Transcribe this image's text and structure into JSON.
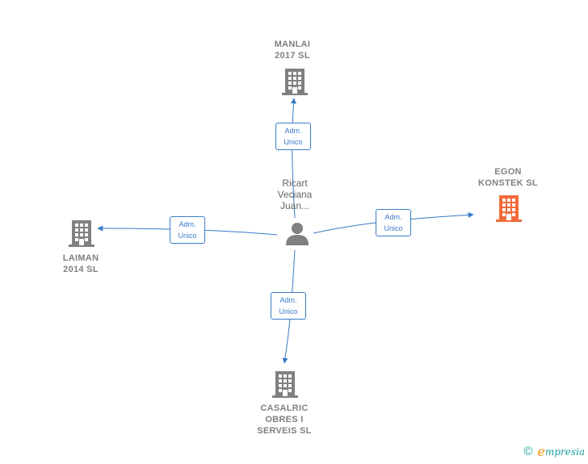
{
  "diagram": {
    "center": {
      "label": "Ricart\nVeciana\nJuan..."
    },
    "nodes": {
      "manlai": {
        "label": "MANLAI\n2017  SL"
      },
      "egon": {
        "label": "EGON\nKONSTEK  SL"
      },
      "laiman": {
        "label": "LAIMAN\n2014  SL"
      },
      "casalric": {
        "label": "CASALRIC\nOBRES I\nSERVEIS  SL"
      }
    },
    "edges": {
      "to_manlai": {
        "label": "Adm.\nUnico"
      },
      "to_egon": {
        "label": "Adm.\nUnico"
      },
      "to_laiman": {
        "label": "Adm.\nUnico"
      },
      "to_casalric": {
        "label": "Adm.\nUnico"
      }
    },
    "colors": {
      "edge": "#3a7bc8",
      "building": "#808080",
      "building_highlight": "#f26b3a",
      "person": "#808080"
    }
  },
  "footer": {
    "copyright": "©",
    "brand_e": "e",
    "brand_rest": "mpresia"
  }
}
